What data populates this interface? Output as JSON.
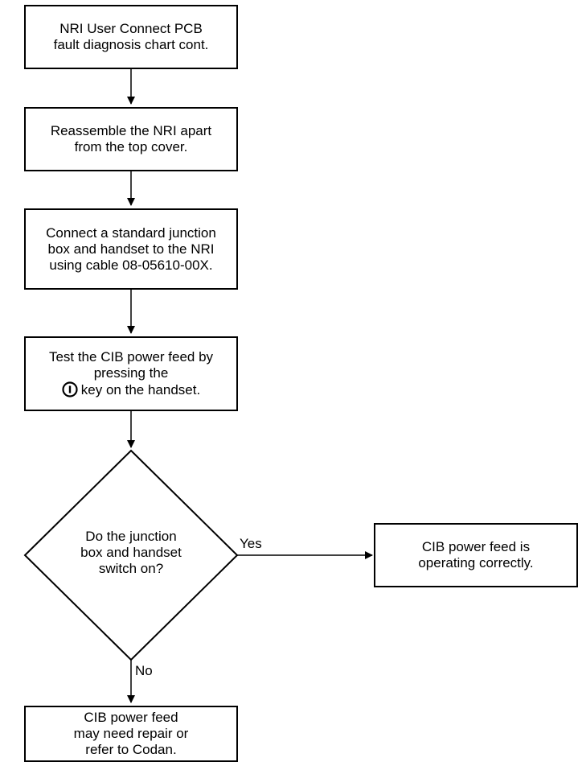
{
  "nodes": {
    "start": {
      "lines": [
        "NRI User Connect PCB",
        "fault diagnosis chart cont."
      ]
    },
    "reassemble": {
      "lines": [
        "Reassemble the NRI apart",
        "from the top cover."
      ]
    },
    "connect": {
      "lines": [
        "Connect a standard junction",
        "box and handset to the NRI",
        "using cable 08-05610-00X."
      ]
    },
    "test": {
      "line1": "Test the CIB power feed by",
      "line2": "pressing the",
      "line3": "key on the handset.",
      "icon": "power-key-icon"
    },
    "decision": {
      "lines": [
        "Do the junction",
        "box and handset",
        "switch on?"
      ]
    },
    "yes_result": {
      "lines": [
        "CIB power feed is",
        "operating correctly."
      ]
    },
    "no_result": {
      "lines": [
        "CIB power feed",
        "may need repair or",
        "refer to Codan."
      ]
    }
  },
  "edges": {
    "yes_label": "Yes",
    "no_label": "No"
  }
}
